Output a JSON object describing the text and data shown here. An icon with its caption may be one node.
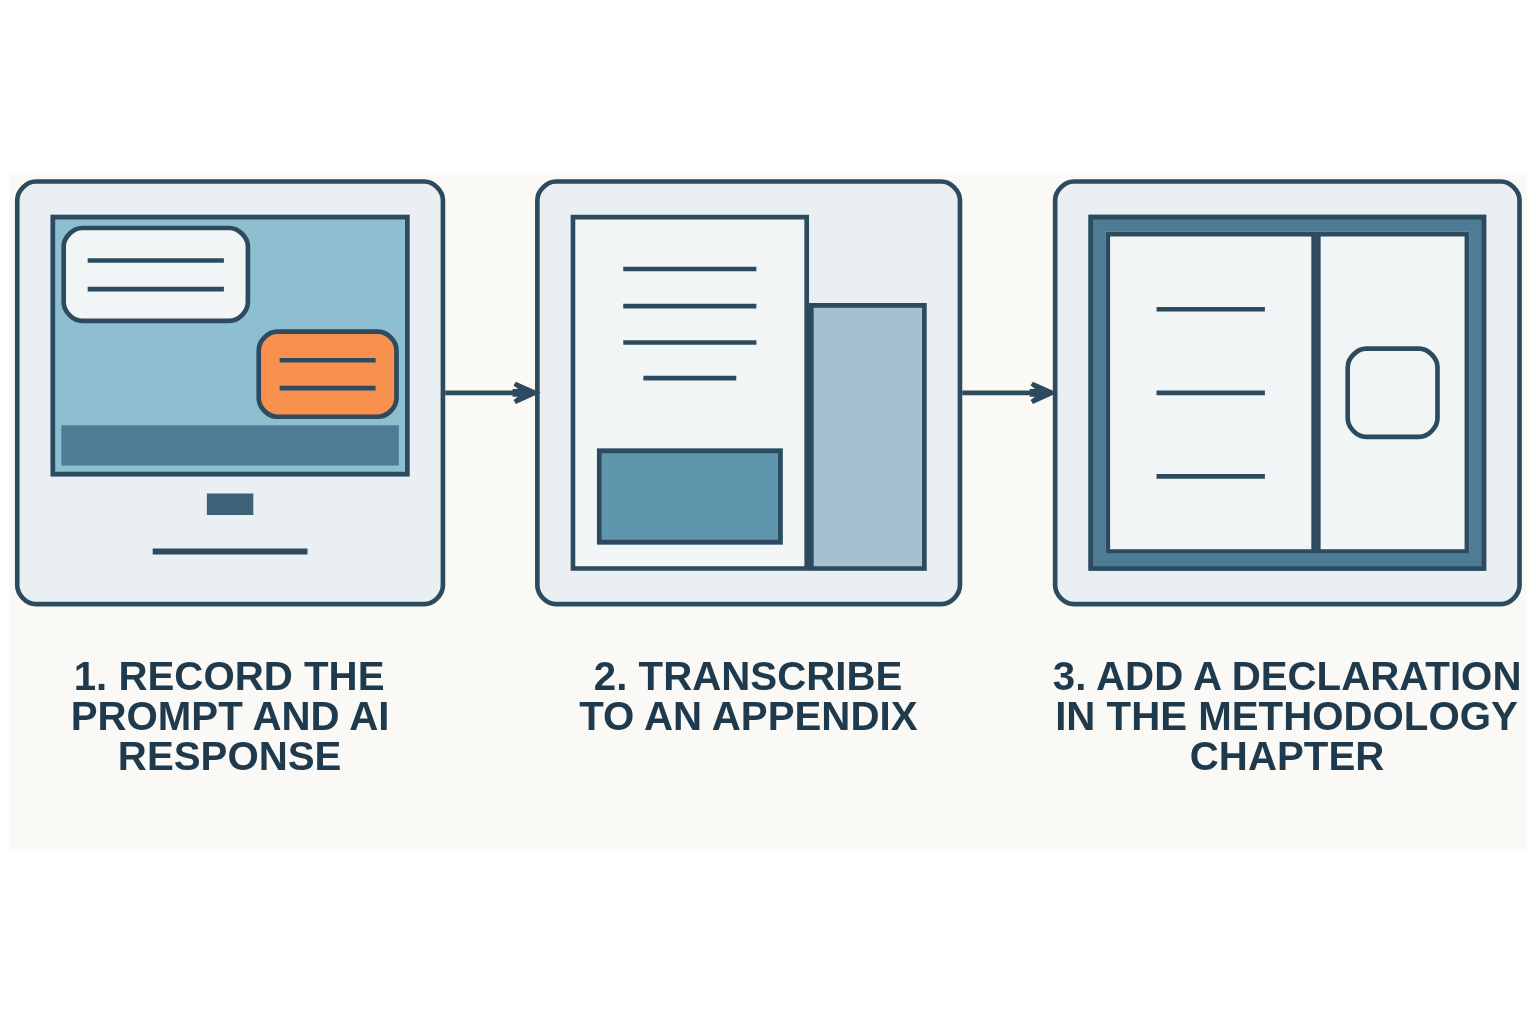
{
  "diagram": {
    "nodes": [
      {
        "text": [
          "1. RECORD THE PROMPT AND AI RESPONSE"
        ]
      },
      {
        "text": [
          "2. TRANSCRIBE TO AN APPENDIX"
        ]
      },
      {
        "text": [
          "3. ADD A DECLARATION IN THE METHODOLOGY CHAPTER"
        ]
      }
    ],
    "edges": [
      {
        "from": 0,
        "to": 1,
        "arrow": "to"
      },
      {
        "from": 1,
        "to": 2,
        "arrow": "to"
      }
    ]
  }
}
